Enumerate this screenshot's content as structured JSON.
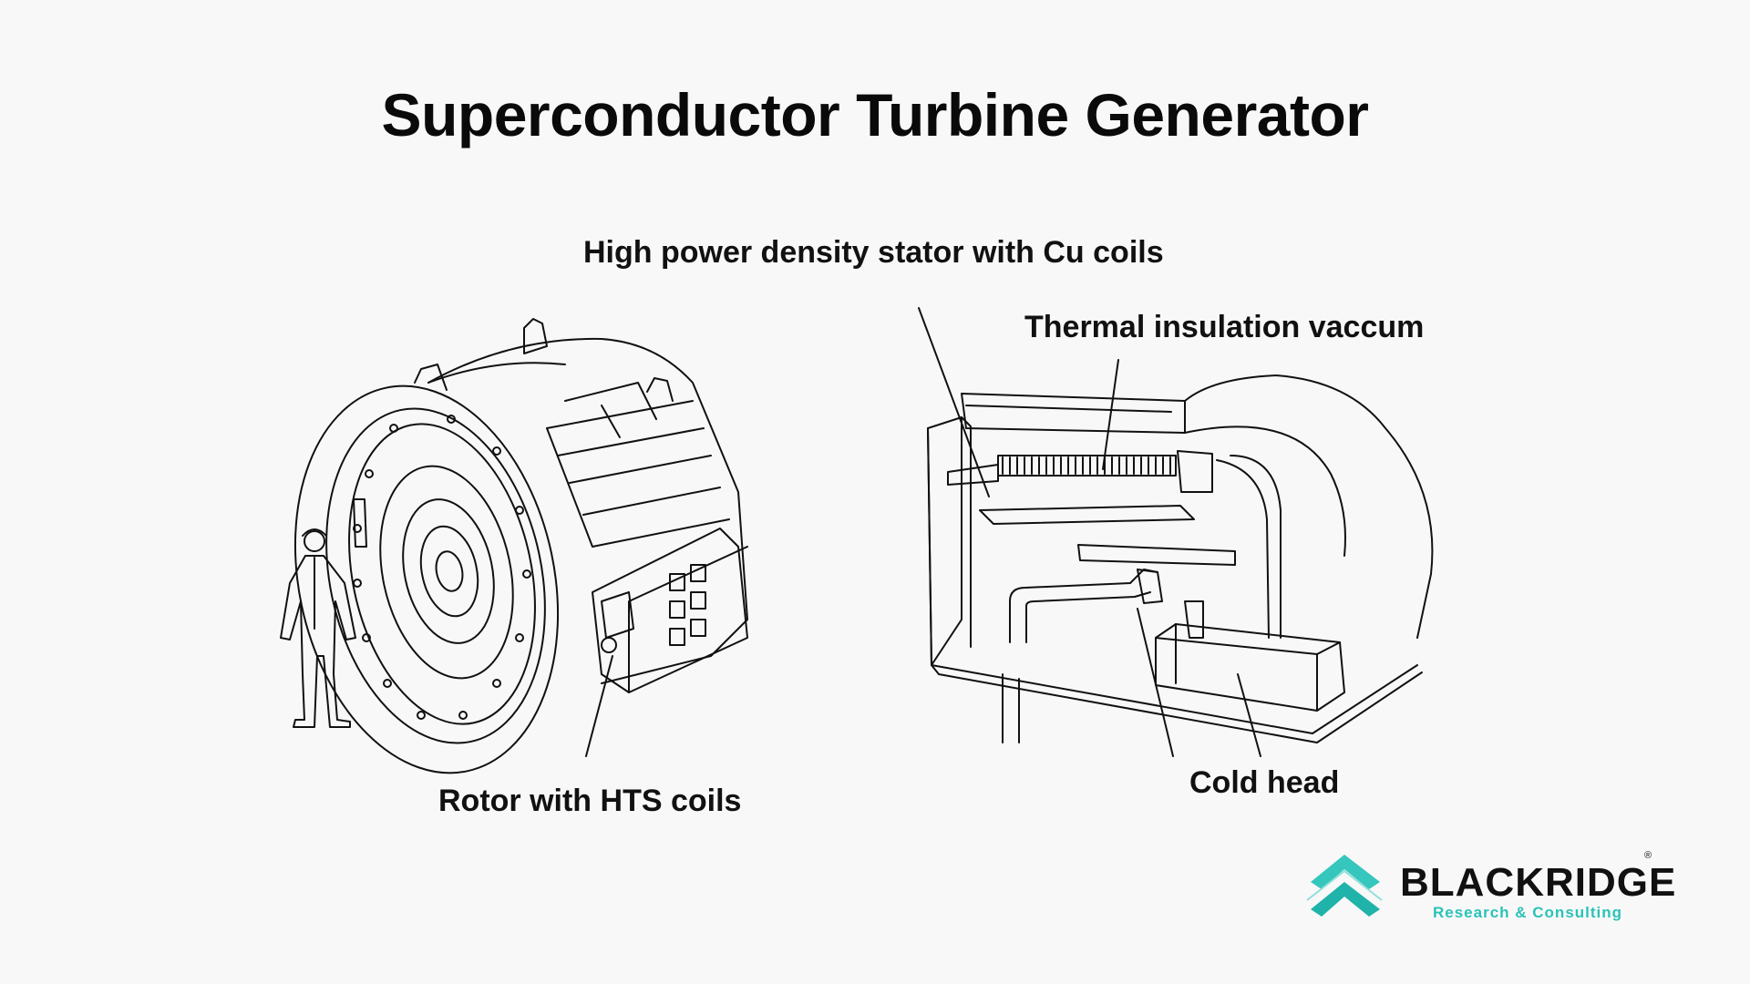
{
  "title": "Superconductor Turbine Generator",
  "labels": {
    "stator": "High power density stator with Cu coils",
    "thermal": "Thermal insulation vaccum",
    "rotor": "Rotor with HTS coils",
    "cold_head": "Cold head"
  },
  "logo": {
    "name": "BLACKRIDGE",
    "subtitle": "Research & Consulting",
    "registered": "®",
    "accent_color": "#2bc2b8"
  }
}
